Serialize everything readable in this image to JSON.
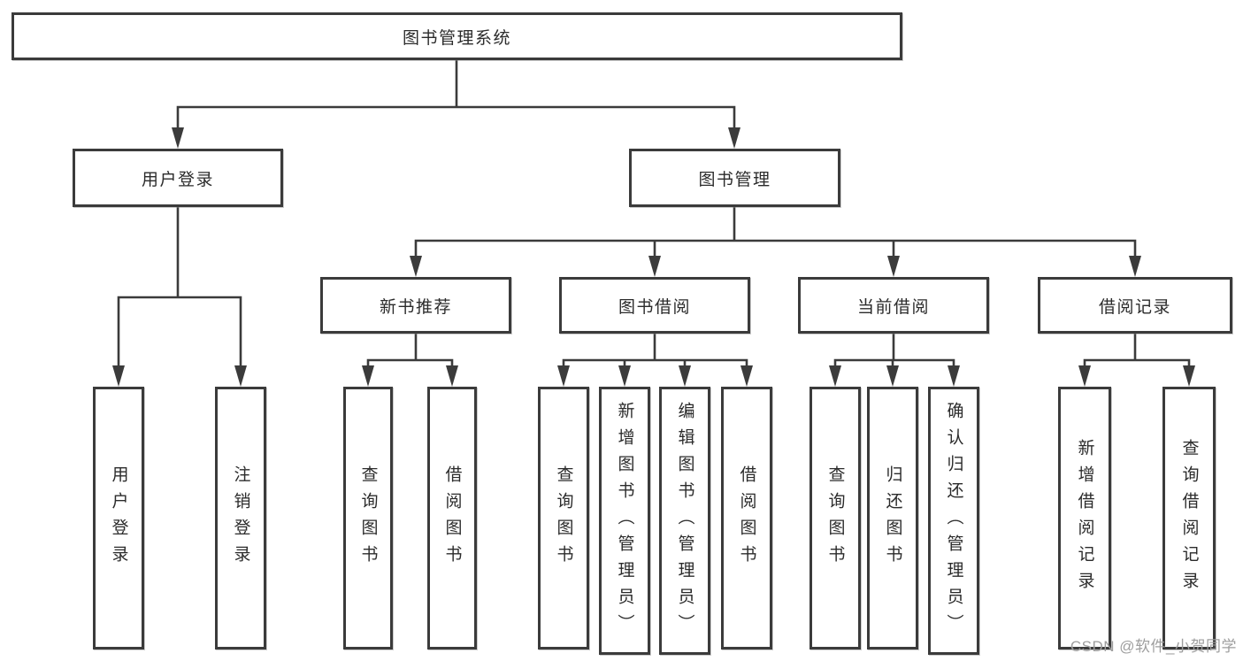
{
  "diagram": {
    "title": "图书管理系统",
    "level2": [
      {
        "label": "用户登录"
      },
      {
        "label": "图书管理"
      }
    ],
    "level3": [
      {
        "label": "新书推荐"
      },
      {
        "label": "图书借阅"
      },
      {
        "label": "当前借阅"
      },
      {
        "label": "借阅记录"
      }
    ],
    "leaves": {
      "user_login": [
        "用户登录",
        "注销登录"
      ],
      "new_book_recommend": [
        "查询图书",
        "借阅图书"
      ],
      "book_borrow": [
        "查询图书",
        "新增图书（管理员）",
        "编辑图书（管理员）",
        "借阅图书"
      ],
      "current_borrow": [
        "查询图书",
        "归还图书",
        "确认归还（管理员）"
      ],
      "borrow_record": [
        "新增借阅记录",
        "查询借阅记录"
      ]
    }
  },
  "watermark": {
    "text": "CSDN @软件_小贺同学",
    "color": "#9e9e9e"
  },
  "colors": {
    "line": "#3b3b3b",
    "box_border": "#3b3b3b",
    "text": "#2b2b2b",
    "background": "#ffffff"
  }
}
